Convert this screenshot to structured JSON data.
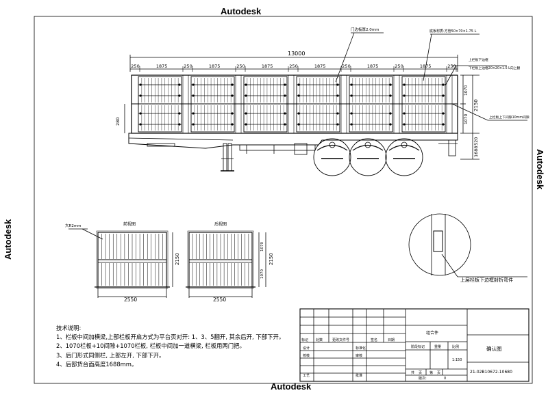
{
  "watermarks": {
    "top": "Autodesk",
    "bottom": "Autodesk",
    "left": "Autodesk",
    "right": "Autodesk"
  },
  "side_view": {
    "overall_length": "13000",
    "segment_dims": [
      "250",
      "1875",
      "250",
      "1875",
      "250",
      "1875",
      "250",
      "1875",
      "250",
      "1875",
      "250",
      "1875",
      "250"
    ],
    "height_left": "280",
    "height_right_upper": "1070",
    "height_right_lower": "1070",
    "height_total": "2150",
    "chassis_height": "520",
    "deck_height": "1688",
    "callout_door_panel": "门边板厚2.0mm",
    "callout_column": "底板材质:方管50×70×1.75 L",
    "callout_top_beam_1": "上栏板下边框",
    "callout_top_beam_2": "下栏板上边框20×20×1.5 L向上翻",
    "callout_gap": "上栏板上下间隙10mm间隙"
  },
  "front_view": {
    "label": "前视图",
    "callout": "大R2mm",
    "width": "2550",
    "height": "2150"
  },
  "rear_view": {
    "label": "后视图",
    "width": "2550",
    "height": "2150",
    "upper": "1070",
    "lower": "1070"
  },
  "detail": {
    "caption": "上层栏板下边框封折弯件"
  },
  "tech_notes": {
    "title": "技术说明:",
    "items": [
      "1、栏板中间加横梁,上部栏板开启方式为平台页对开: 1、3、5翻开, 其余后开, 下部下开。",
      "2、1070栏板+10间隙+1070栏板, 栏板中间加一道横梁, 栏板用两门把。",
      "3、后门形式同侧栏, 上部左开, 下部下开。",
      "4、后部货台面高度1688mm。"
    ]
  },
  "title_block": {
    "row1": [
      "标记",
      "处数",
      "更改文件号",
      "签名",
      "日期"
    ],
    "design": "设计",
    "standard": "标准化",
    "check": "校核",
    "review": "审核",
    "process": "工艺",
    "approve": "批准",
    "stage_mark": "阶段标记",
    "weight": "重量",
    "scale_label": "比例",
    "scale": "1:150",
    "assembly": "组合件",
    "sheet_total": "共",
    "sheet_of": "页",
    "sheet_no": "第",
    "sheet_unit": "页",
    "version_label": "版次:",
    "version": "0",
    "confirm": "确认图",
    "drawing_no": "21-02B10672-10680"
  },
  "colors": {
    "line": "#000000",
    "background": "#ffffff"
  }
}
